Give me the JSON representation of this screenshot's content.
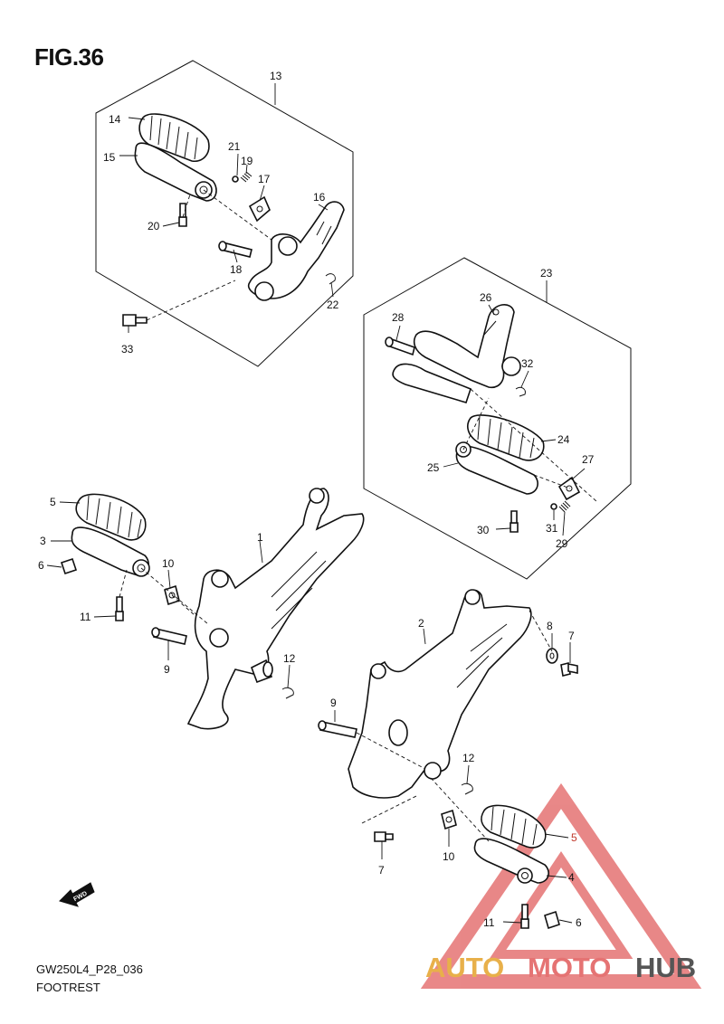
{
  "figure": {
    "title": "FIG.36"
  },
  "footer": {
    "model_code": "GW250L4_P28_036",
    "section_name": "FOOTREST"
  },
  "fwd_badge": {
    "label": "FWD"
  },
  "watermark": {
    "text_part1": "AUTO",
    "text_part2": "MOTO",
    "text_part3": "HUB",
    "color_primary": "#e8b04a",
    "color_secondary": "#e57373",
    "color_tertiary": "#555555"
  },
  "part_numbers": {
    "p1": "1",
    "p2": "2",
    "p3": "3",
    "p4": "4",
    "p5_left": "5",
    "p5_right": "5",
    "p6_left": "6",
    "p6_right": "6",
    "p7_top": "7",
    "p7_bottom": "7",
    "p8": "8",
    "p9_left": "9",
    "p9_right": "9",
    "p10_left": "10",
    "p10_right": "10",
    "p11_left": "11",
    "p11_right": "11",
    "p12_left": "12",
    "p12_right": "12",
    "p13": "13",
    "p14": "14",
    "p15": "15",
    "p16": "16",
    "p17": "17",
    "p18": "18",
    "p19": "19",
    "p20": "20",
    "p21": "21",
    "p22": "22",
    "p23": "23",
    "p24": "24",
    "p25": "25",
    "p26": "26",
    "p27": "27",
    "p28": "28",
    "p29": "29",
    "p30": "30",
    "p31": "31",
    "p32": "32",
    "p33": "33"
  }
}
